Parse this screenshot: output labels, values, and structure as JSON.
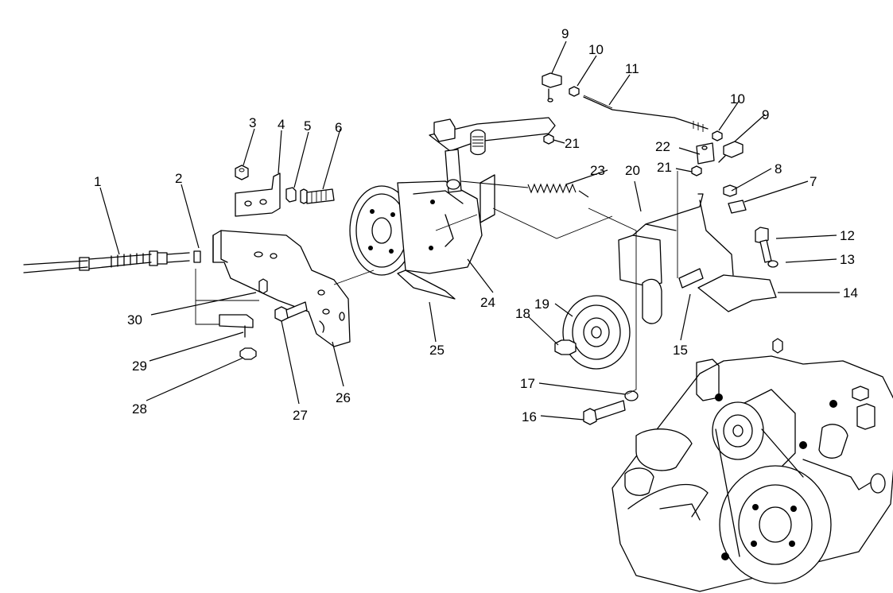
{
  "diagram": {
    "labels": [
      "1",
      "2",
      "3",
      "4",
      "5",
      "6",
      "7",
      "8",
      "9",
      "9",
      "10",
      "10",
      "11",
      "12",
      "13",
      "14",
      "15",
      "16",
      "17",
      "18",
      "19",
      "20",
      "21",
      "21",
      "22",
      "23",
      "24",
      "25",
      "26",
      "27",
      "28",
      "29",
      "30"
    ]
  }
}
